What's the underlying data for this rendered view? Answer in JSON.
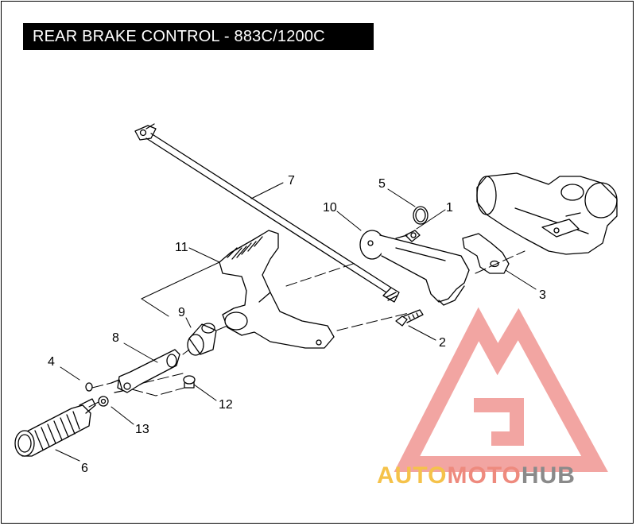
{
  "title": "REAR BRAKE CONTROL - 883C/1200C",
  "callouts": {
    "c1": "1",
    "c2": "2",
    "c3": "3",
    "c4": "4",
    "c5": "5",
    "c6": "6",
    "c7": "7",
    "c8": "8",
    "c9": "9",
    "c10": "10",
    "c11": "11",
    "c12": "12",
    "c13": "13"
  },
  "watermark": {
    "part1": "AUTO",
    "part2": "MOTO",
    "part3": "HUB",
    "colors": {
      "auto": "#f5c24a",
      "moto": "#ee8a7e",
      "hub": "#8a8a8a",
      "logo": "#ef8f8b"
    }
  }
}
